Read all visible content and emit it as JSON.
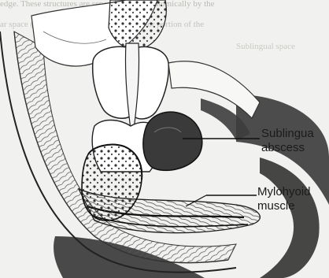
{
  "figure": {
    "labels": {
      "sublingual_abscess": {
        "line1": "Sublingua",
        "line2": "abscess"
      },
      "mylohyoid_muscle": {
        "line1": "Mylohyoid",
        "line2": "muscle"
      }
    },
    "background_text": [
      "edge. These structures are separated by ... anatomically by the",
      "ar space (sublingual cellulitis). The posterior portion of the",
      "Sublingual space"
    ]
  },
  "colors": {
    "ink": "#1b1b1b",
    "abscess_fill": "#3a3a3a",
    "paper": "#f1f1ef",
    "watermark": "#2e2e2e"
  }
}
